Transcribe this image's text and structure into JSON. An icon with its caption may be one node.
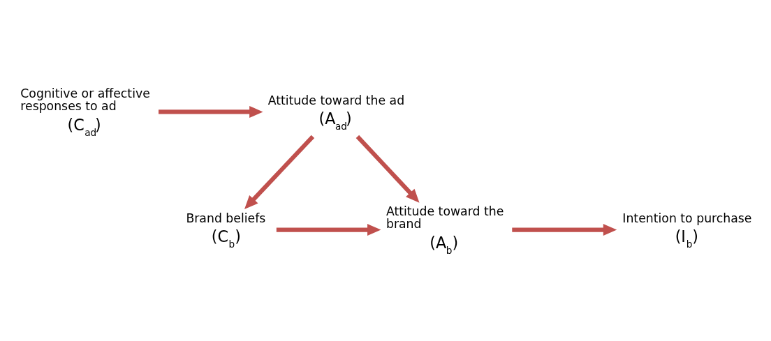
{
  "diagram": {
    "nodes": [
      {
        "text": [
          "Cognitive or affective responses to ad",
          "(C$_{ad}$)"
        ]
      },
      {
        "text": [
          "Attitude toward the ad",
          "(A$_{ad}$)"
        ]
      },
      {
        "text": [
          "Brand beliefs",
          "(C$_{b}$)"
        ]
      },
      {
        "text": [
          "Attitude toward the brand",
          "(A$_{b}$)"
        ]
      },
      {
        "text": [
          "Intention to purchase",
          "(I$_{b}$)"
        ]
      }
    ],
    "edges": [
      {
        "from": 0,
        "to": 1,
        "arrow": "to"
      },
      {
        "from": 1,
        "to": 2,
        "arrow": "to"
      },
      {
        "from": 1,
        "to": 3,
        "arrow": "to"
      },
      {
        "from": 2,
        "to": 3,
        "arrow": "to"
      },
      {
        "from": 3,
        "to": 4,
        "arrow": "to"
      }
    ]
  }
}
